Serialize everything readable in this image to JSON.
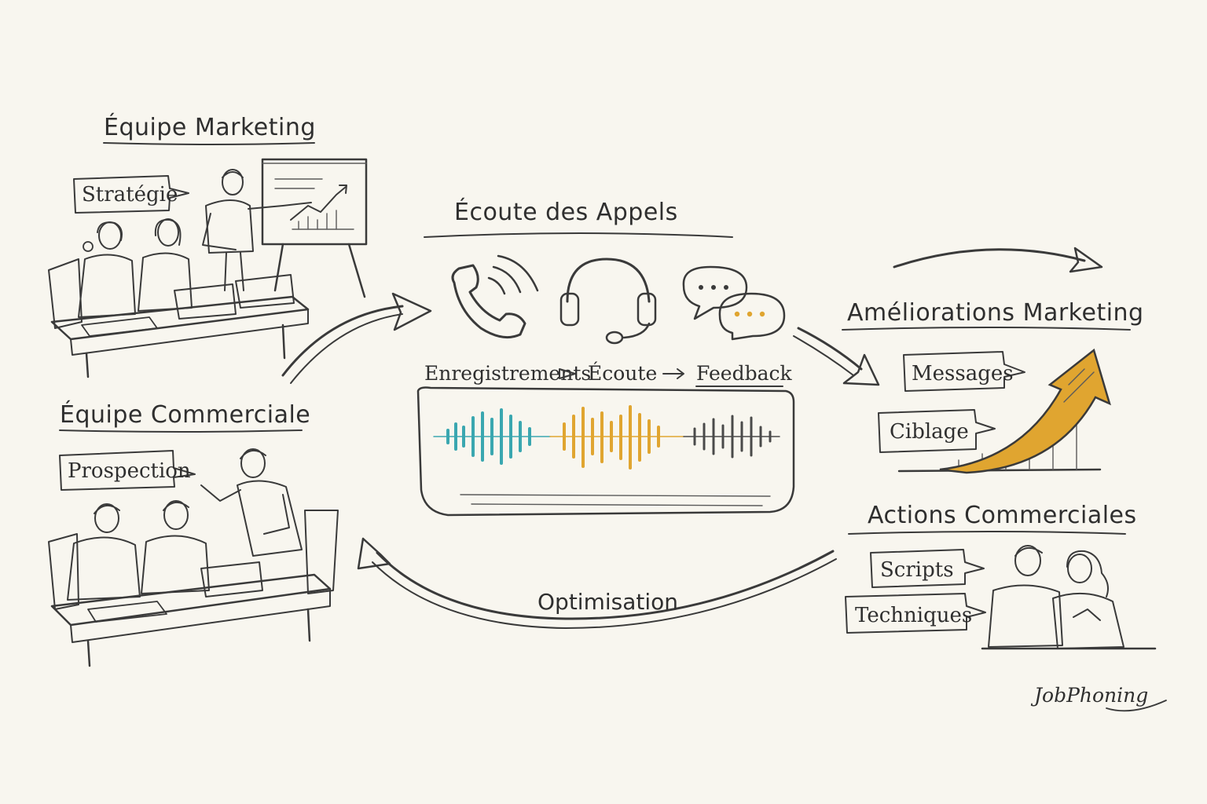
{
  "headings": {
    "marketing_team": "Équipe Marketing",
    "sales_team": "Équipe Commerciale",
    "call_listening": "Écoute des Appels",
    "marketing_improvements": "Améliorations Marketing",
    "sales_actions": "Actions Commerciales"
  },
  "tags": {
    "strategy": "Stratégie",
    "prospecting": "Prospection",
    "messages": "Messages",
    "targeting": "Ciblage",
    "scripts": "Scripts",
    "techniques": "Techniques"
  },
  "flow": {
    "step1": "Enregistrements",
    "step2": "Écoute",
    "step3": "Feedback"
  },
  "loop_label": "Optimisation",
  "brand": "JobPhoning",
  "colors": {
    "ink": "#3a3a3a",
    "teal": "#3aa7b0",
    "gold": "#e0a530",
    "paper": "#f8f6ef",
    "headset_blue": "#9ecfe0"
  },
  "icons": [
    "phone-icon",
    "headset-icon",
    "chat-bubbles-icon",
    "growth-arrow-icon",
    "waveform-icon"
  ]
}
